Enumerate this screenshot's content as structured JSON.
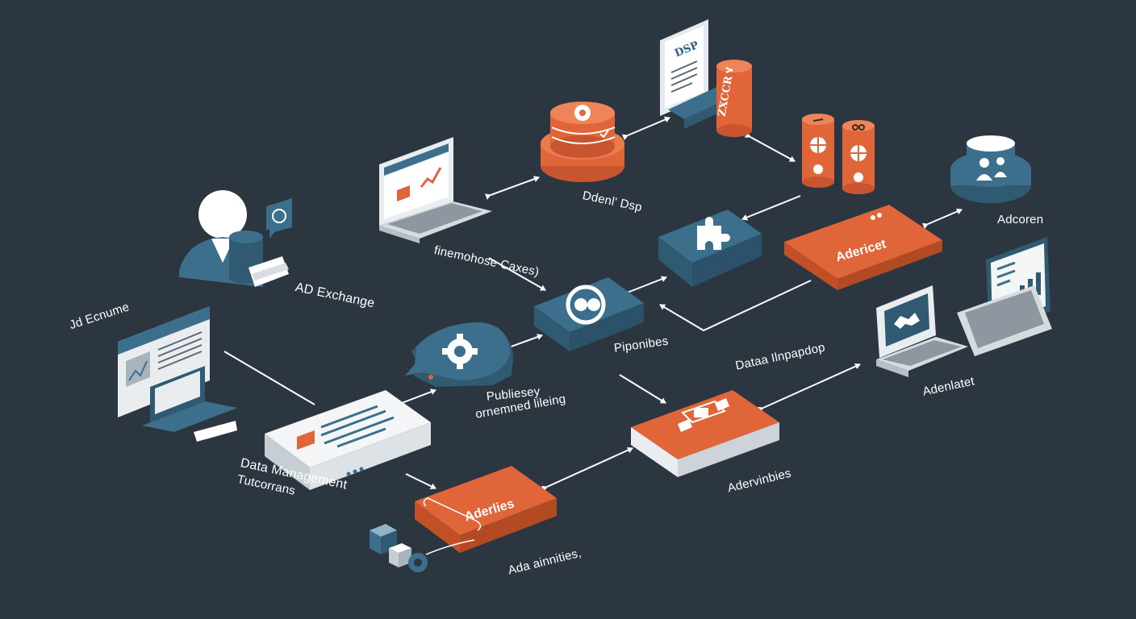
{
  "labels": {
    "enterprise_cases": "finemohose Caxes)",
    "dsp": "Ddenl' Dsp",
    "ad_exchange": "AD Exchange",
    "exchange_ip": "Jd Ecnume",
    "data_management_line1": "Data Management",
    "data_management_line2": "Tutcorrans",
    "publisher_line1": "Publiesey",
    "publisher_line2": "ornemned lileing",
    "pipelines": "Piponibes",
    "data_marketplace": "Dataa Ilnpapdop",
    "adcorn": "Adcoren",
    "adentatet": "Adenlatet",
    "advertisers": "Adervinbies",
    "ad_activities": "Ada ainnities,"
  },
  "boxes": {
    "adericet": "Adericet",
    "aderlies": "Aderlies"
  },
  "signs": {
    "dsp_doc": "DSP",
    "zxccr": "ZXCCR"
  },
  "colors": {
    "background": "#2b3640",
    "orange": "#e0663a",
    "teal": "#3b6f8c",
    "white": "#eef1f3",
    "arrow": "#ffffff"
  }
}
